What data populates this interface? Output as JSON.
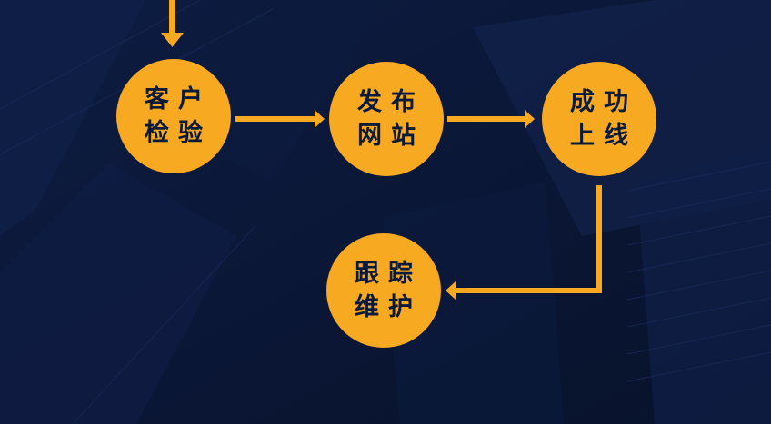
{
  "colors": {
    "background": "#0b1736",
    "node": "#f7a922",
    "arrow": "#f7a922",
    "text": "#0a1a3a"
  },
  "nodes": [
    {
      "id": "inspect",
      "line1": "客户",
      "line2": "检验"
    },
    {
      "id": "publish",
      "line1": "发布",
      "line2": "网站"
    },
    {
      "id": "online",
      "line1": "成功",
      "line2": "上线"
    },
    {
      "id": "maintain",
      "line1": "跟踪",
      "line2": "维护"
    }
  ],
  "edges": [
    {
      "from": "",
      "to": "inspect"
    },
    {
      "from": "inspect",
      "to": "publish"
    },
    {
      "from": "publish",
      "to": "online"
    },
    {
      "from": "online",
      "to": "maintain"
    }
  ]
}
